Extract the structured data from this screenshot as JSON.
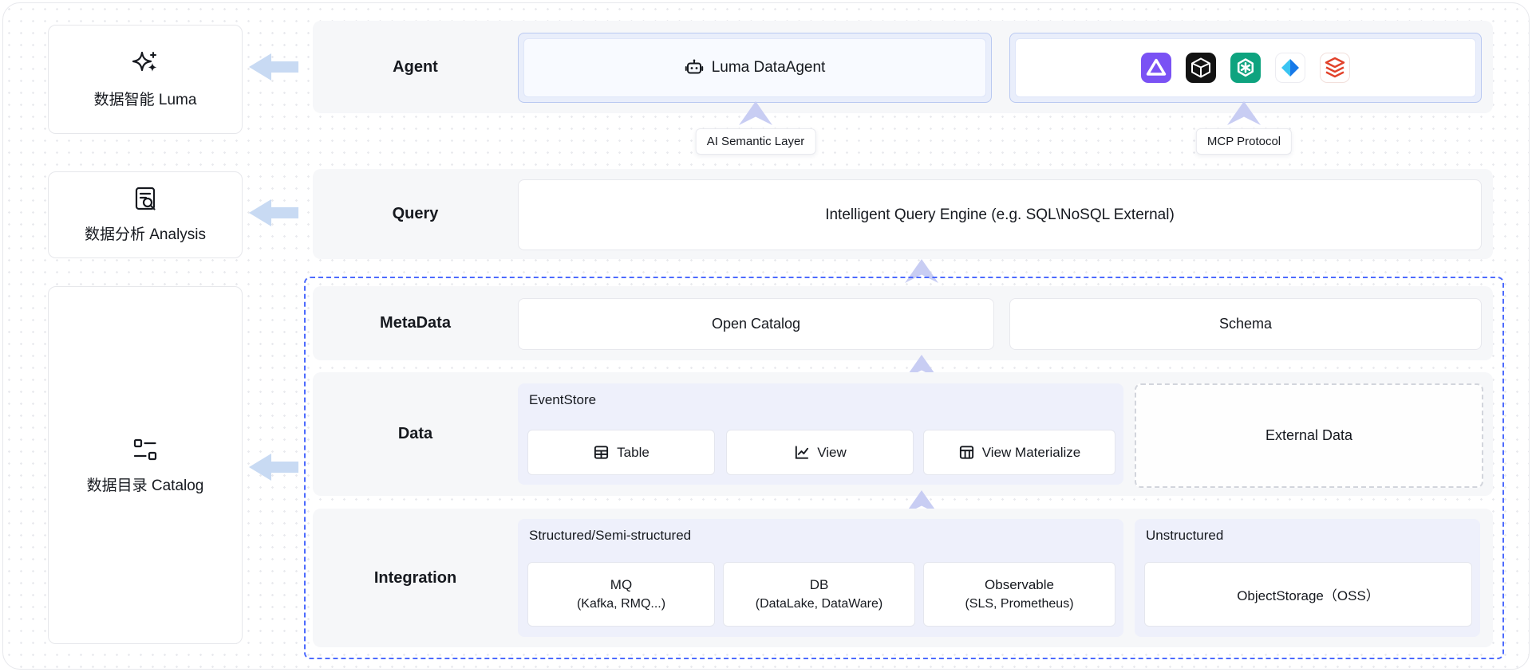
{
  "left_panel": {
    "luma_label": "数据智能 Luma",
    "analysis_label": "数据分析 Analysis",
    "catalog_label": "数据目录 Catalog"
  },
  "tags": {
    "semantic": "AI Semantic Layer",
    "mcp": "MCP Protocol"
  },
  "agent": {
    "row_label": "Agent",
    "data_agent": "Luma DataAgent"
  },
  "query": {
    "row_label": "Query",
    "engine": "Intelligent Query Engine (e.g. SQL\\NoSQL External)"
  },
  "metadata": {
    "row_label": "MetaData",
    "open_catalog": "Open Catalog",
    "schema": "Schema"
  },
  "data": {
    "row_label": "Data",
    "group": "EventStore",
    "table": "Table",
    "view": "View",
    "view_materialize": "View Materialize",
    "external": "External Data"
  },
  "integration": {
    "row_label": "Integration",
    "group": "Structured/Semi-structured",
    "mq1": "MQ",
    "mq2": "(Kafka, RMQ...)",
    "db1": "DB",
    "db2": "(DataLake, DataWare)",
    "obs1": "Observable",
    "obs2": "(SLS, Prometheus)",
    "unstructured": "Unstructured",
    "oss": "ObjectStorage（OSS）"
  },
  "icons": {
    "luma": "sparkles-icon",
    "analysis": "document-search-icon",
    "catalog": "catalog-list-icon",
    "data_agent": "robot-icon",
    "table": "table-grid-icon",
    "view": "line-chart-icon",
    "view_materialize": "table-columns-icon"
  },
  "logos": [
    {
      "name": "purple-ai-logo",
      "bg": "#7a52f4"
    },
    {
      "name": "black-ai-logo",
      "bg": "#131313"
    },
    {
      "name": "openai-logo",
      "bg": "#0ea37f"
    },
    {
      "name": "blue-diamond-logo",
      "bg": "#ffffff"
    },
    {
      "name": "red-layers-logo",
      "bg": "#ffffff"
    }
  ],
  "colors": {
    "dashed_border": "#4d6bfe",
    "row_bg": "#f6f7f9",
    "group_bg": "#eef0fb",
    "agent_box_bg": "#e9eefb",
    "agent_box_border": "#bac9f1",
    "left_arrow": "#c8daf3",
    "up_arrow": "#c8cdf3"
  }
}
